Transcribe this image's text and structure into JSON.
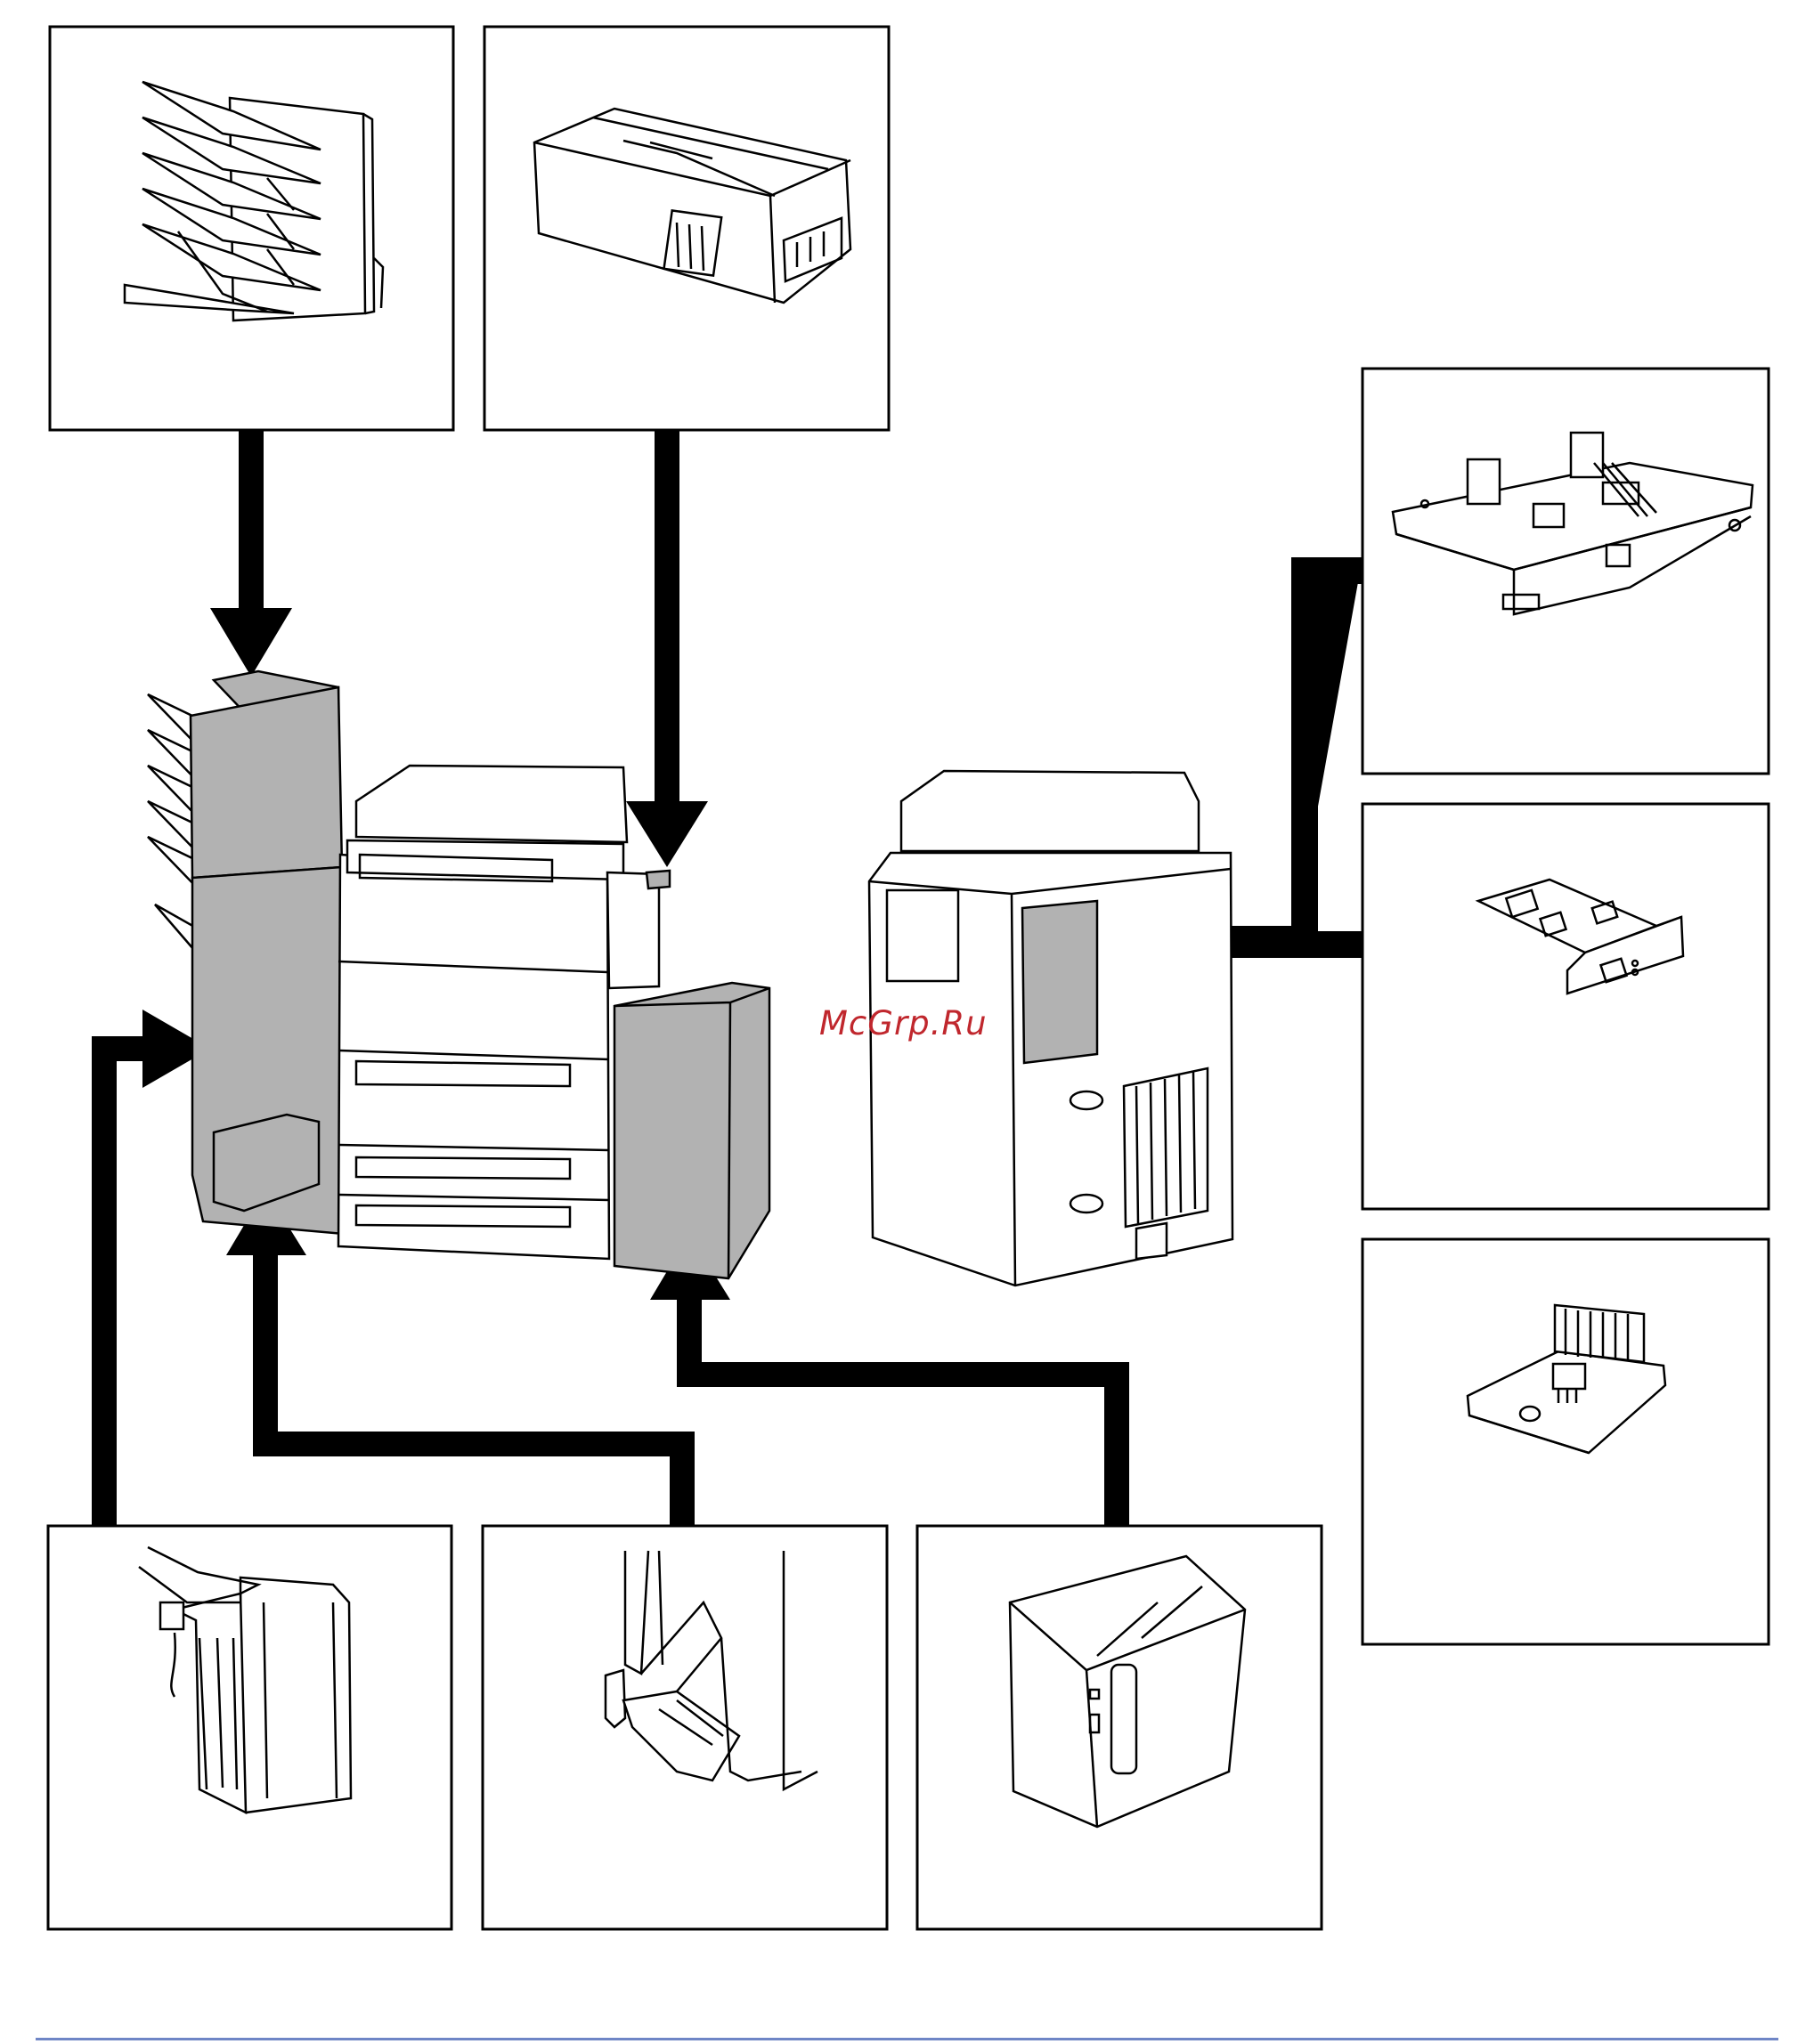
{
  "watermark": {
    "text": "McGrp.Ru",
    "color": "#c0272d"
  },
  "colors": {
    "ink": "#000000",
    "paper": "#ffffff",
    "highlight": "#b2b2b2",
    "bottom_rule": "#6f86c6"
  },
  "panels": [
    {
      "id": "panel-top-1",
      "depicts": "document-finisher-mailbox-icon"
    },
    {
      "id": "panel-top-2",
      "depicts": "key-counter-icon"
    },
    {
      "id": "panel-right-1",
      "depicts": "printer-board-icon"
    },
    {
      "id": "panel-right-2",
      "depicts": "network-interface-card-icon"
    },
    {
      "id": "panel-right-3",
      "depicts": "memory-module-icon"
    },
    {
      "id": "panel-bottom-1",
      "depicts": "document-finisher-icon"
    },
    {
      "id": "panel-bottom-2",
      "depicts": "job-separator-icon"
    },
    {
      "id": "panel-bottom-3",
      "depicts": "side-feeder-icon"
    }
  ]
}
